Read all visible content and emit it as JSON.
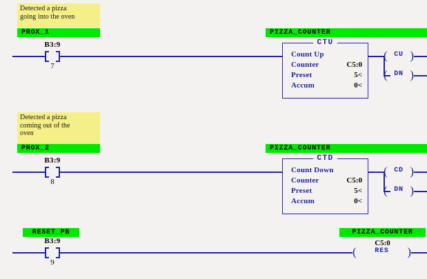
{
  "diagram": {
    "type": "ladder-logic",
    "background_color": "#f4f2f0",
    "wire_color": "#2323a0",
    "tag_color": "#00e800",
    "comment_color": "#f5ef87"
  },
  "rungs": [
    {
      "comment": "Detected a pizza\ngoing into the oven",
      "input_tag": "PROX_1",
      "contact": {
        "address": "B3:9",
        "bit": "7"
      },
      "output_tag": "PIZZA_COUNTER",
      "block": {
        "title": "CTU",
        "rows": [
          {
            "name": "Count Up",
            "value": ""
          },
          {
            "name": "Counter",
            "value": "C5:0"
          },
          {
            "name": "Preset",
            "value": "5<"
          },
          {
            "name": "Accum",
            "value": "0<"
          }
        ]
      },
      "coils": [
        {
          "label": "CU"
        },
        {
          "label": "DN"
        }
      ]
    },
    {
      "comment": "Detected a pizza\ncoming out of the\noven",
      "input_tag": "PROX_2",
      "contact": {
        "address": "B3:9",
        "bit": "8"
      },
      "output_tag": "PIZZA_COUNTER",
      "block": {
        "title": "CTD",
        "rows": [
          {
            "name": "Count Down",
            "value": ""
          },
          {
            "name": "Counter",
            "value": "C5:0"
          },
          {
            "name": "Preset",
            "value": "5<"
          },
          {
            "name": "Accum",
            "value": "0<"
          }
        ]
      },
      "coils": [
        {
          "label": "CD"
        },
        {
          "label": "DN"
        }
      ]
    },
    {
      "comment": "",
      "input_tag": "RESET_PB",
      "contact": {
        "address": "B3:9",
        "bit": "9"
      },
      "output_tag": "PIZZA_COUNTER",
      "reset_coil": {
        "label": "RES",
        "address": "C5:0"
      }
    }
  ]
}
